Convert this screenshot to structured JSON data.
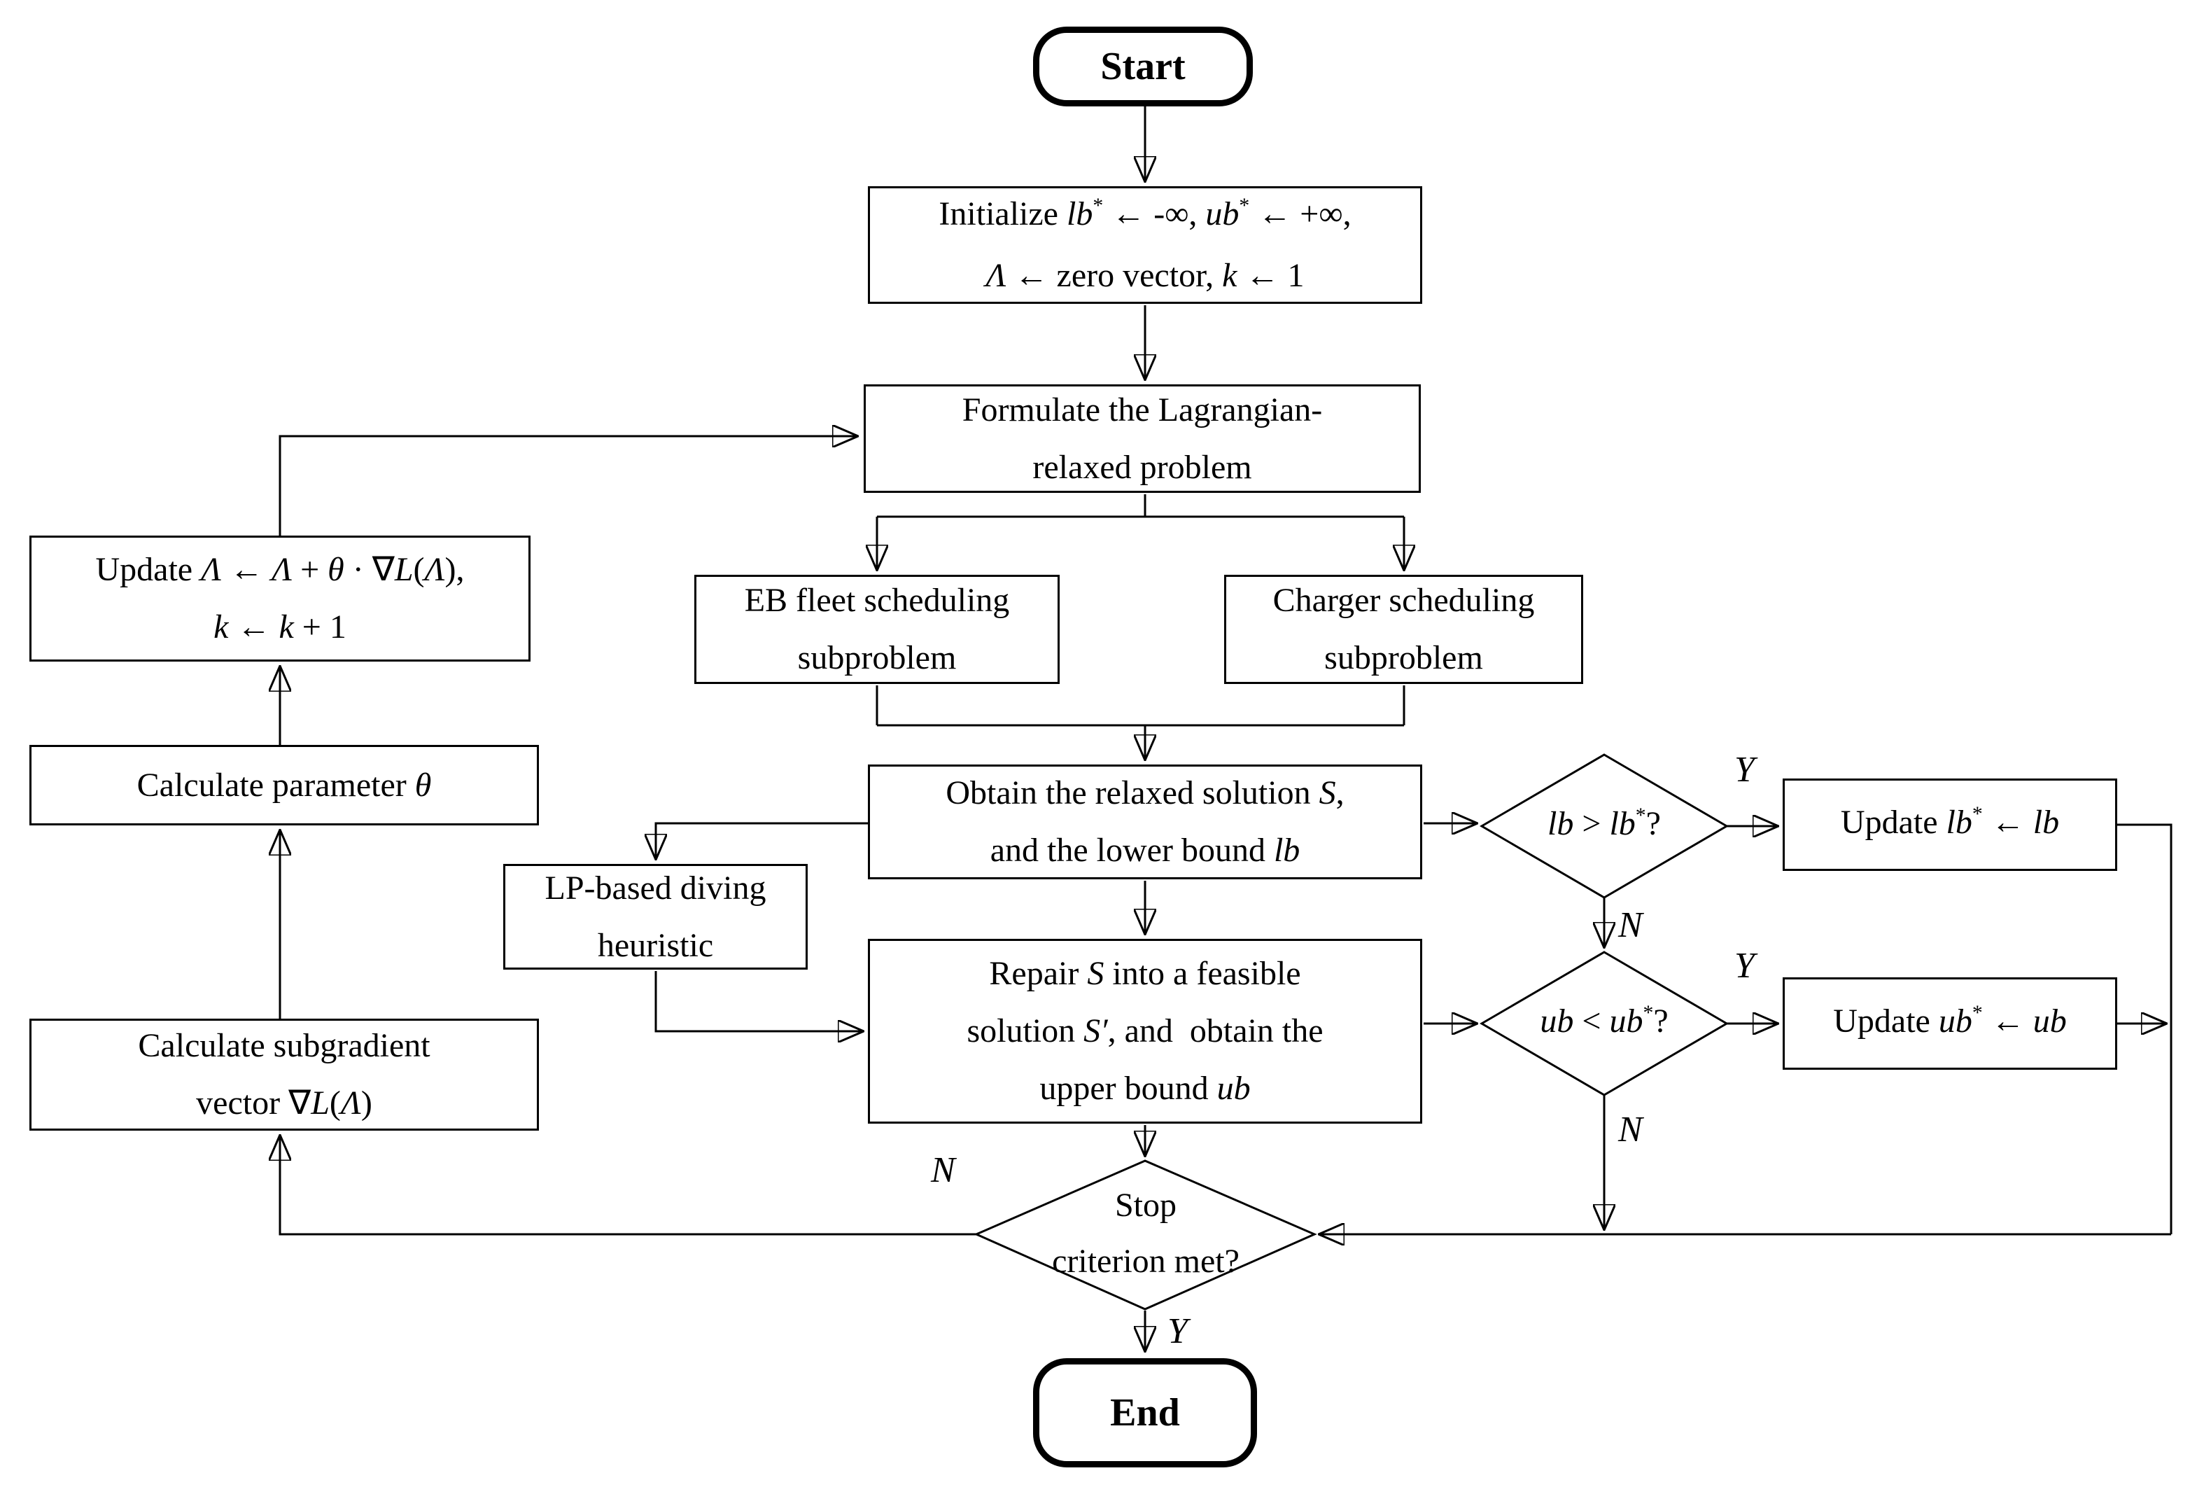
{
  "figure": {
    "type": "flowchart",
    "background_color": "#ffffff",
    "stroke_color": "#000000"
  },
  "nodes": {
    "start": {
      "kind": "terminal",
      "text": "Start"
    },
    "init": {
      "kind": "process",
      "lines": [
        [
          [
            "",
            "Initialize "
          ],
          [
            "i",
            "lb"
          ],
          [
            "sup",
            "*"
          ],
          [
            "",
            " ← -∞, "
          ],
          [
            "i",
            "ub"
          ],
          [
            "sup",
            "*"
          ],
          [
            "",
            " ← +∞,"
          ]
        ],
        [
          [
            "i",
            "Λ"
          ],
          [
            "",
            " ← zero vector, "
          ],
          [
            "i",
            "k"
          ],
          [
            "",
            " ← 1"
          ]
        ]
      ]
    },
    "formulate": {
      "kind": "process",
      "lines": [
        [
          [
            "",
            "Formulate the Lagrangian-"
          ]
        ],
        [
          [
            "",
            "relaxed problem"
          ]
        ]
      ]
    },
    "eb_subproblem": {
      "kind": "process",
      "lines": [
        [
          [
            "",
            "EB fleet scheduling"
          ]
        ],
        [
          [
            "",
            "subproblem"
          ]
        ]
      ]
    },
    "charger_subproblem": {
      "kind": "process",
      "lines": [
        [
          [
            "",
            "Charger scheduling"
          ]
        ],
        [
          [
            "",
            "subproblem"
          ]
        ]
      ]
    },
    "obtain": {
      "kind": "process",
      "lines": [
        [
          [
            "",
            "Obtain the relaxed solution "
          ],
          [
            "i",
            "S"
          ],
          [
            "",
            ","
          ]
        ],
        [
          [
            "",
            "and the lower bound "
          ],
          [
            "i",
            "lb"
          ]
        ]
      ]
    },
    "lb_decision": {
      "kind": "decision",
      "lines": [
        [
          [
            "i",
            "lb"
          ],
          [
            "",
            " > "
          ],
          [
            "i",
            "lb"
          ],
          [
            "sup",
            "*"
          ],
          [
            "",
            "?"
          ]
        ]
      ]
    },
    "update_lb": {
      "kind": "process",
      "lines": [
        [
          [
            "",
            "Update "
          ],
          [
            "i",
            "lb"
          ],
          [
            "sup",
            "*"
          ],
          [
            "",
            " ← "
          ],
          [
            "i",
            "lb"
          ]
        ]
      ]
    },
    "lp_heuristic": {
      "kind": "process",
      "lines": [
        [
          [
            "",
            "LP-based diving"
          ]
        ],
        [
          [
            "",
            "heuristic"
          ]
        ]
      ]
    },
    "repair": {
      "kind": "process",
      "lines": [
        [
          [
            "",
            "Repair "
          ],
          [
            "i",
            "S"
          ],
          [
            "",
            " into a feasible"
          ]
        ],
        [
          [
            "",
            "solution "
          ],
          [
            "i",
            "S′"
          ],
          [
            "",
            ", and  obtain the"
          ]
        ],
        [
          [
            "",
            "upper bound "
          ],
          [
            "i",
            "ub"
          ]
        ]
      ]
    },
    "ub_decision": {
      "kind": "decision",
      "lines": [
        [
          [
            "i",
            "ub"
          ],
          [
            "",
            " < "
          ],
          [
            "i",
            "ub"
          ],
          [
            "sup",
            "*"
          ],
          [
            "",
            "?"
          ]
        ]
      ]
    },
    "update_ub": {
      "kind": "process",
      "lines": [
        [
          [
            "",
            "Update "
          ],
          [
            "i",
            "ub"
          ],
          [
            "sup",
            "*"
          ],
          [
            "",
            " ← "
          ],
          [
            "i",
            "ub"
          ]
        ]
      ]
    },
    "stop_decision": {
      "kind": "decision",
      "lines": [
        [
          [
            "",
            "Stop"
          ]
        ],
        [
          [
            "",
            "criterion met?"
          ]
        ]
      ]
    },
    "end": {
      "kind": "terminal",
      "text": "End"
    },
    "update_lambda": {
      "kind": "process",
      "lines": [
        [
          [
            "",
            "Update "
          ],
          [
            "i",
            "Λ"
          ],
          [
            "",
            " ← "
          ],
          [
            "i",
            "Λ"
          ],
          [
            "",
            " + "
          ],
          [
            "i",
            "θ"
          ],
          [
            "",
            " · ∇"
          ],
          [
            "i",
            "L"
          ],
          [
            "",
            "("
          ],
          [
            "i",
            "Λ"
          ],
          [
            "",
            "),"
          ]
        ],
        [
          [
            "i",
            "k"
          ],
          [
            "",
            " ← "
          ],
          [
            "i",
            "k"
          ],
          [
            "",
            " + 1"
          ]
        ]
      ]
    },
    "calc_theta": {
      "kind": "process",
      "lines": [
        [
          [
            "",
            "Calculate parameter "
          ],
          [
            "i",
            "θ"
          ]
        ]
      ]
    },
    "calc_subgradient": {
      "kind": "process",
      "lines": [
        [
          [
            "",
            "Calculate subgradient"
          ]
        ],
        [
          [
            "",
            "vector ∇"
          ],
          [
            "i",
            "L"
          ],
          [
            "",
            "("
          ],
          [
            "i",
            "Λ"
          ],
          [
            "",
            ")"
          ]
        ]
      ]
    }
  },
  "edge_labels": {
    "lb_yes": "Y",
    "lb_no": "N",
    "ub_yes": "Y",
    "ub_no": "N",
    "stop_yes": "Y",
    "stop_no": "N"
  }
}
